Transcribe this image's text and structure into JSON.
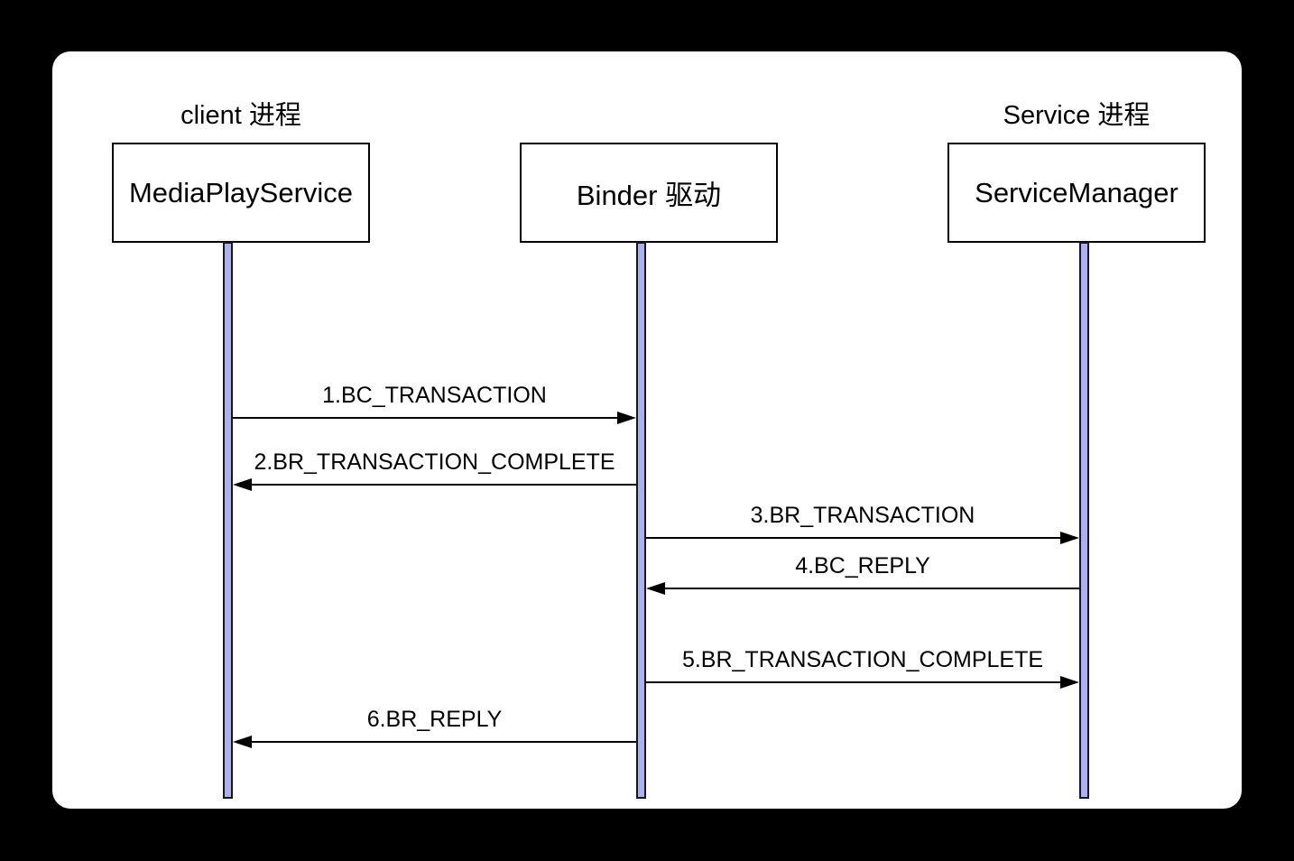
{
  "colors": {
    "page_background": "#000000",
    "canvas_background": "#ffffff",
    "box_border": "#000000",
    "lifeline_fill": "#abb1f0",
    "lifeline_border": "#16161e",
    "arrow_color": "#000000",
    "text_color": "#000000"
  },
  "process_titles": [
    {
      "label": "client 进程"
    },
    {
      "label": "Service 进程"
    }
  ],
  "actors": [
    {
      "id": "client",
      "name": "MediaPlayService"
    },
    {
      "id": "binder",
      "name": "Binder 驱动"
    },
    {
      "id": "service",
      "name": "ServiceManager"
    }
  ],
  "messages": [
    {
      "seq": 1,
      "label": "1.BC_TRANSACTION",
      "from": "MediaPlayService",
      "to": "Binder 驱动",
      "direction": "right"
    },
    {
      "seq": 2,
      "label": "2.BR_TRANSACTION_COMPLETE",
      "from": "Binder 驱动",
      "to": "MediaPlayService",
      "direction": "left"
    },
    {
      "seq": 3,
      "label": "3.BR_TRANSACTION",
      "from": "Binder 驱动",
      "to": "ServiceManager",
      "direction": "right"
    },
    {
      "seq": 4,
      "label": "4.BC_REPLY",
      "from": "ServiceManager",
      "to": "Binder 驱动",
      "direction": "left"
    },
    {
      "seq": 5,
      "label": "5.BR_TRANSACTION_COMPLETE",
      "from": "Binder 驱动",
      "to": "ServiceManager",
      "direction": "right"
    },
    {
      "seq": 6,
      "label": "6.BR_REPLY",
      "from": "Binder 驱动",
      "to": "MediaPlayService",
      "direction": "left"
    }
  ]
}
